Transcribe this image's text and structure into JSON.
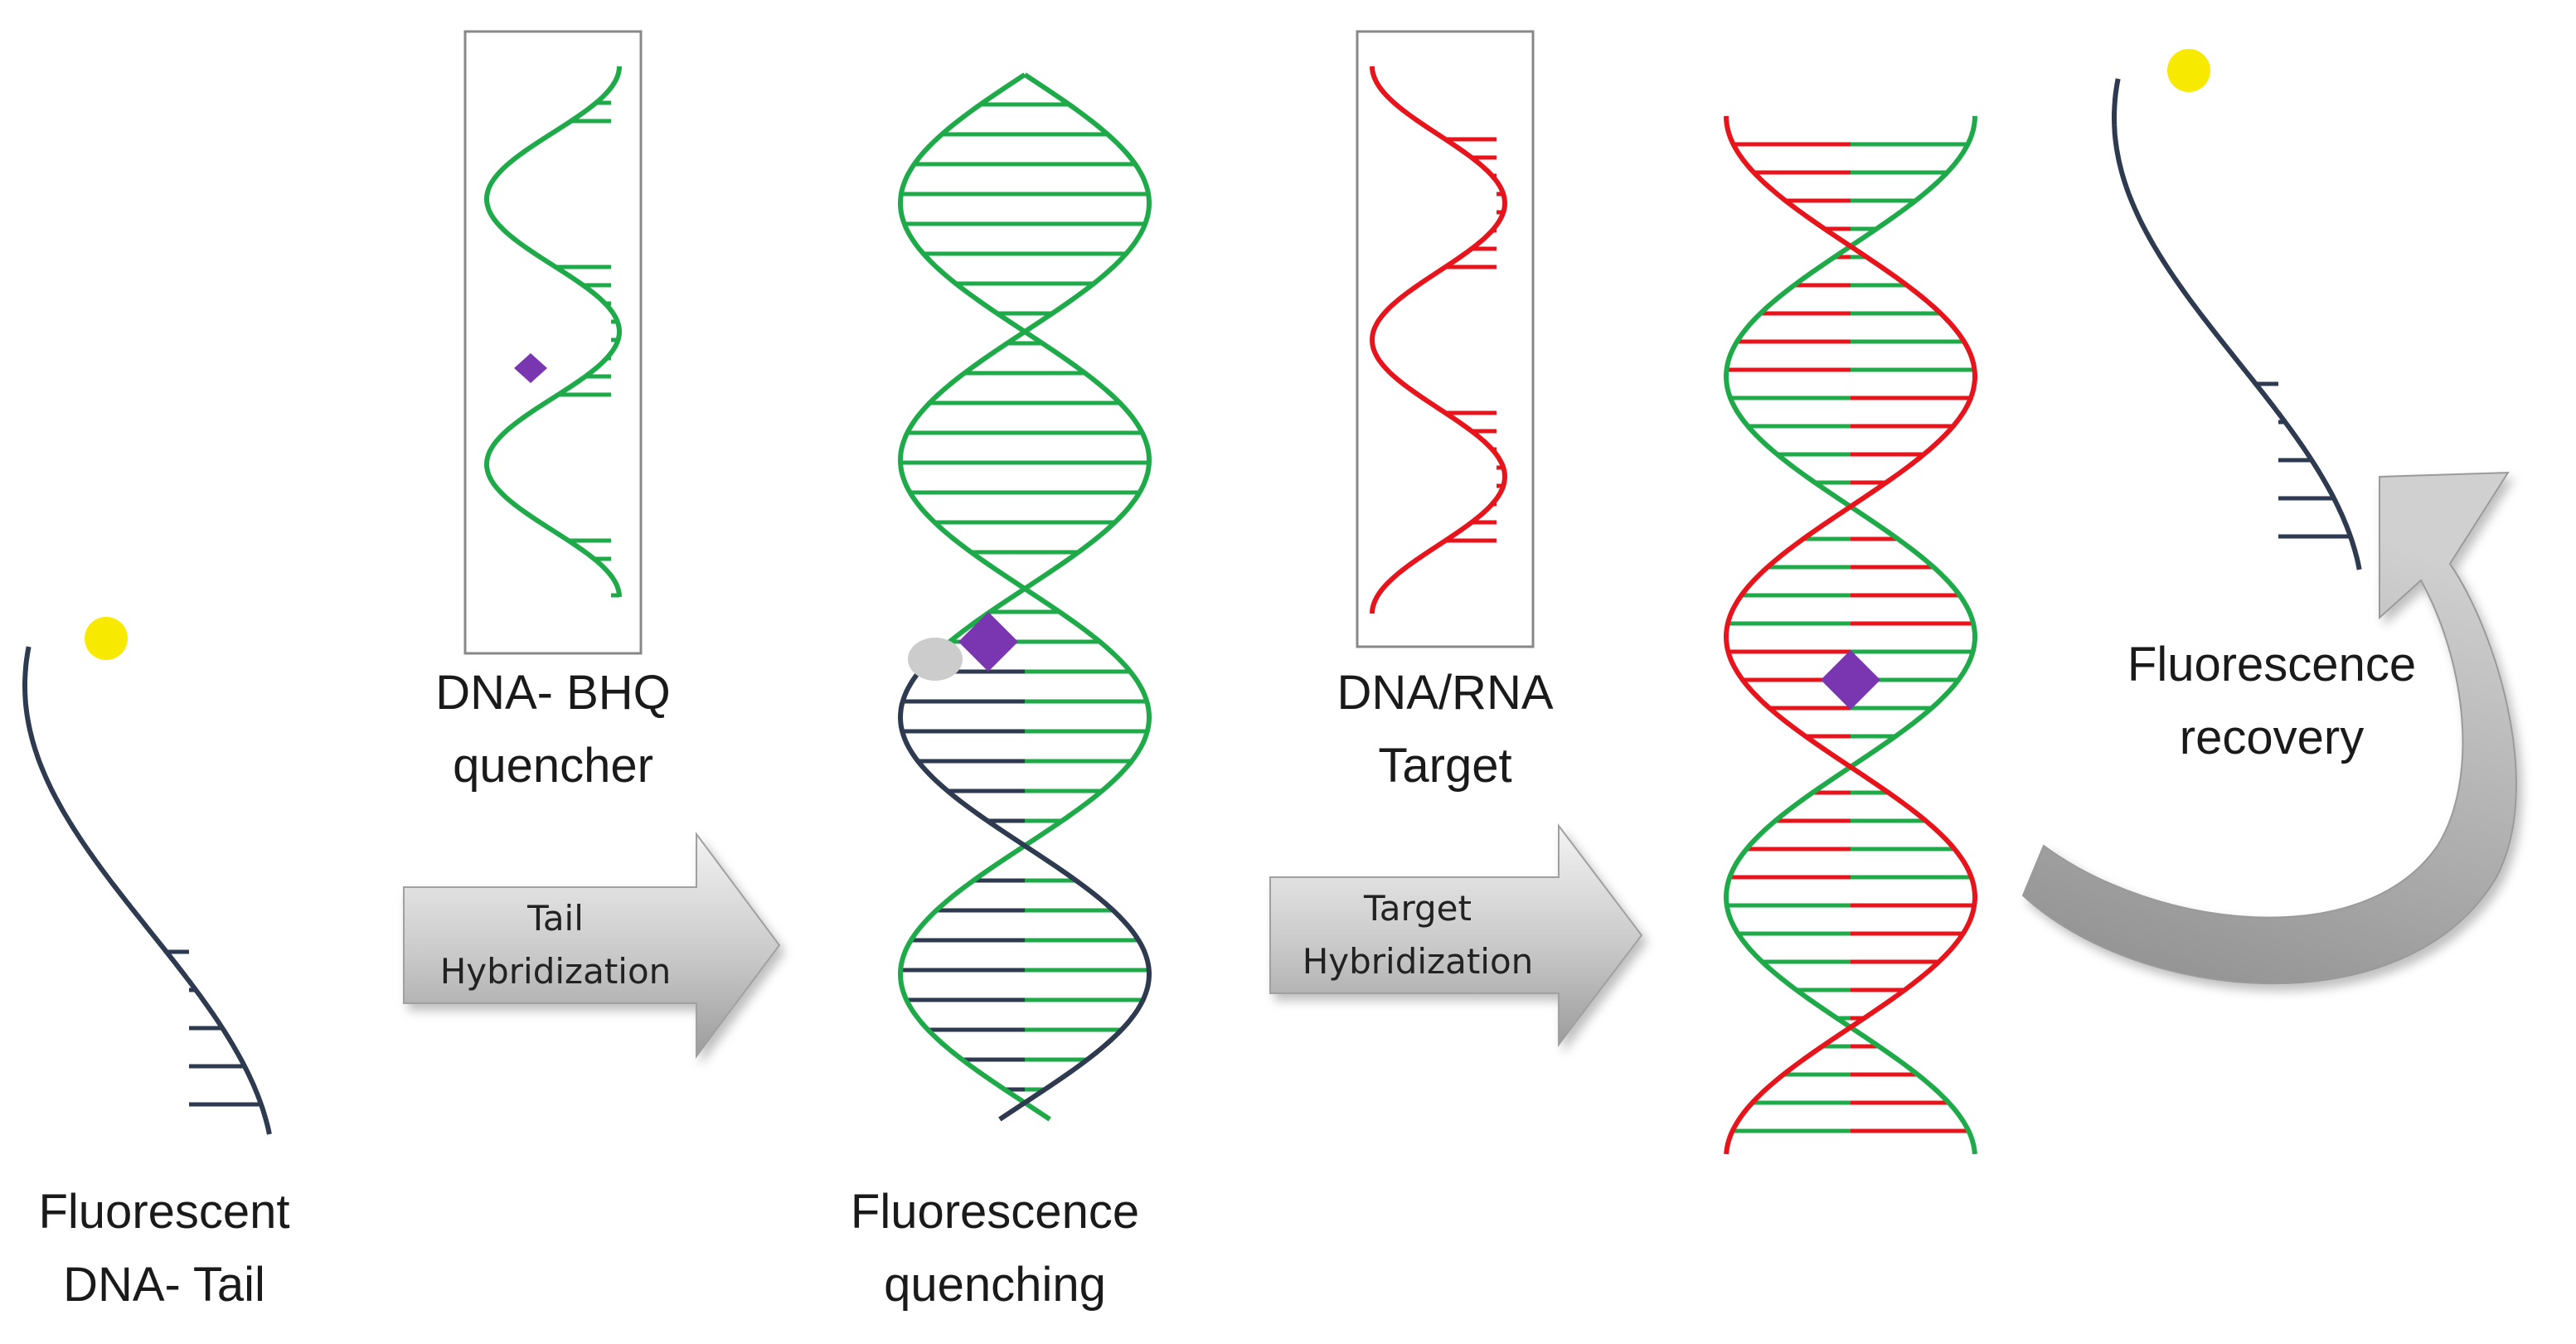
{
  "colors": {
    "tail_strand": "#2e3a4f",
    "quencher_strand": "#1faa4a",
    "target_strand": "#e8141c",
    "fluorophore": "#f7ea00",
    "quenched_fluorophore": "#cccccc",
    "quencher": "#7a35b0",
    "arrow_fill": "#bdbdbd",
    "frame": "#888888"
  },
  "labels": {
    "fluorescent_tail": [
      "Fluorescent",
      "DNA- Tail"
    ],
    "bhq_quencher": [
      "DNA- BHQ",
      "quencher"
    ],
    "quenching": [
      "Fluorescence",
      "quenching"
    ],
    "target": [
      "DNA/RNA",
      "Target"
    ],
    "recovery": [
      "Fluorescence",
      "recovery"
    ]
  },
  "arrows": {
    "tail_hybridization": [
      "Tail",
      "Hybridization"
    ],
    "target_hybridization": [
      "Target",
      "Hybridization"
    ]
  }
}
